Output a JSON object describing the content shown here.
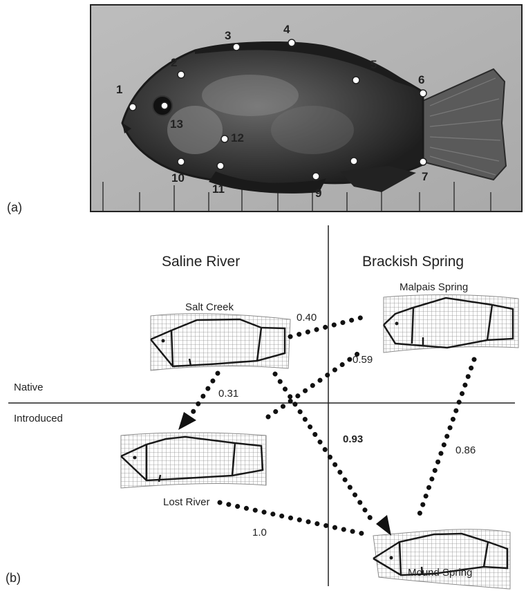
{
  "panel_a": {
    "label": "(a)",
    "landmarks": [
      "1",
      "2",
      "3",
      "4",
      "5",
      "6",
      "7",
      "9",
      "10",
      "11",
      "12",
      "13"
    ]
  },
  "panel_b": {
    "label": "(b)",
    "columns": {
      "left": "Saline River",
      "right": "Brackish Spring"
    },
    "rows": {
      "top": "Native",
      "bottom": "Introduced"
    },
    "sites": {
      "salt_creek": "Salt Creek",
      "malpais_spring": "Malpais Spring",
      "lost_river": "Lost River",
      "mound_spring": "Mound Spring"
    },
    "coefficients": {
      "salt_malpais": "0.40",
      "lost_malpais": "0.59",
      "salt_lost": "0.31",
      "salt_mound": "0.93",
      "malpais_mound": "0.86",
      "lost_mound": "1.0"
    }
  },
  "colors": {
    "line": "#1a1a1a",
    "grid": "#8a8a8a",
    "photo_bg": "#b8b8b8"
  }
}
